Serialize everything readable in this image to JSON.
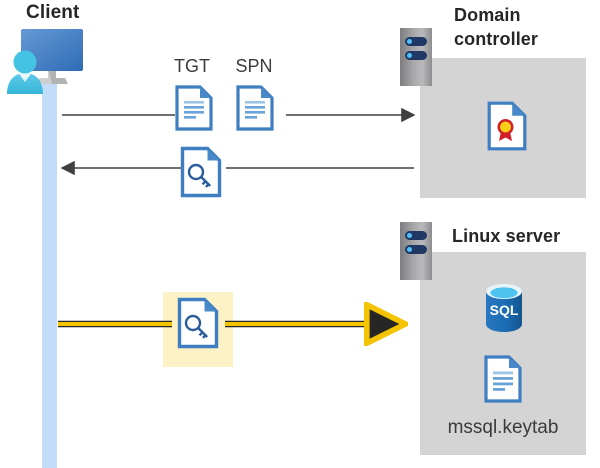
{
  "diagram": {
    "title_client": "Client",
    "title_domain_controller": "Domain controller",
    "title_linux_server": "Linux server",
    "captions": {
      "tgt": "TGT",
      "spn": "SPN",
      "keytab_file": "mssql.keytab"
    },
    "colors": {
      "server_box_gray": "#d4d4d4",
      "lifeline_blue": "#c3dcfa",
      "highlight_yellow": "#fdf1c6",
      "arrow_gray": "#404040",
      "arrow_yellow": "#f5c400",
      "doc_icon_blue": "#4a89c8",
      "sql_blue": "#1b6cb3",
      "rack_navy": "#1f3864",
      "text_dark": "#262626"
    },
    "icons": {
      "client": "user-computer-icon",
      "tgt_document": "document-icon",
      "spn_document": "document-icon",
      "ticket_key_document": "document-key-icon",
      "session_key_document": "document-key-icon",
      "certificate": "certificate-icon",
      "sql_database": "sql-database-icon",
      "keytab_document": "document-icon",
      "domain_controller_rack": "server-rack-icon",
      "linux_server_rack": "server-rack-icon"
    },
    "flows": [
      {
        "name": "request-tgt-spn",
        "direction": "client-to-domain-controller",
        "label": "TGT SPN"
      },
      {
        "name": "return-service-ticket",
        "direction": "domain-controller-to-client",
        "label": ""
      },
      {
        "name": "present-ticket-to-sql",
        "direction": "client-to-linux-server",
        "label": "",
        "highlighted": true
      }
    ],
    "sql_label": "SQL"
  }
}
